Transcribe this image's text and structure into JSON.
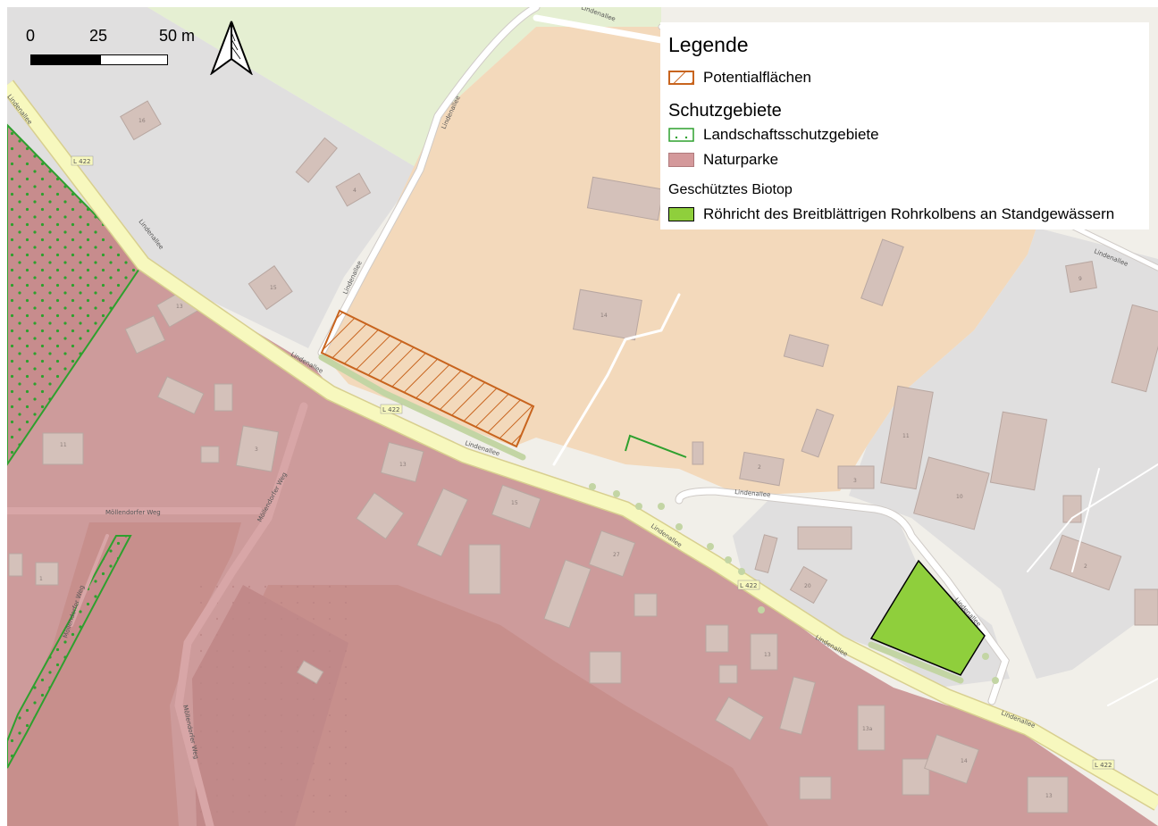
{
  "map": {
    "scale_bar": {
      "ticks": [
        "0",
        "25",
        "50 m"
      ]
    },
    "north_arrow_icon": "north-arrow-icon",
    "legend": {
      "title": "Legende",
      "potential_label": "Potentialflächen",
      "schutz_heading": "Schutzgebiete",
      "lsg_label": "Landschaftsschutzgebiete",
      "naturpark_label": "Naturparke",
      "biotop_heading": "Geschütztes Biotop",
      "biotop_label": "Röhricht des Breitblättrigen Rohrkolbens an Standgewässern"
    },
    "road_labels": {
      "l422": "L 422",
      "lindenallee": "Lindenallee",
      "moellendorfer": "Möllendorfer Weg"
    },
    "house_numbers": [
      "16",
      "4",
      "15",
      "13",
      "14",
      "11",
      "3",
      "13",
      "2",
      "15",
      "27",
      "13",
      "13a",
      "14",
      "11",
      "10",
      "9",
      "2",
      "20",
      "13",
      "3",
      "1"
    ],
    "colors": {
      "potential": "#c8641e",
      "landschaftsschutz": "#2ea02e",
      "naturpark": "#c78c8d",
      "biotop": "#8fcf3c",
      "road": "#f7f8be",
      "industrial": "#f3d9bb",
      "residential": "#e0dfdf",
      "grass": "#e5efd2",
      "farmland": "#c1967a"
    }
  }
}
